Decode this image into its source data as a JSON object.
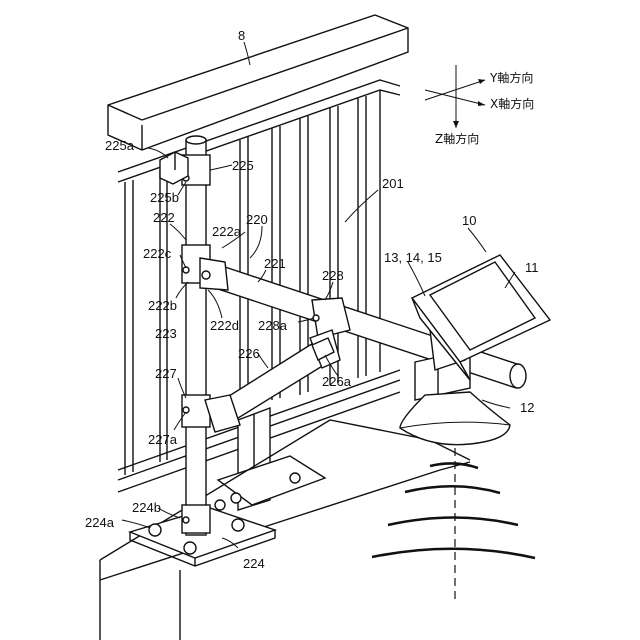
{
  "labels": {
    "l8": "8",
    "l201": "201",
    "l10": "10",
    "l11": "11",
    "l12": "12",
    "l131415": "13, 14, 15",
    "l220": "220",
    "l221": "221",
    "l222": "222",
    "l222a": "222a",
    "l222b": "222b",
    "l222c": "222c",
    "l222d": "222d",
    "l223": "223",
    "l224": "224",
    "l224a": "224a",
    "l224b": "224b",
    "l225": "225",
    "l225a": "225a",
    "l225b": "225b",
    "l226": "226",
    "l226a": "226a",
    "l227": "227",
    "l227a": "227a",
    "l228": "228",
    "l228a": "228a"
  },
  "axes": {
    "y_label": "Y軸方向",
    "x_label": "X軸方向",
    "z_label": "Z軸方向"
  }
}
